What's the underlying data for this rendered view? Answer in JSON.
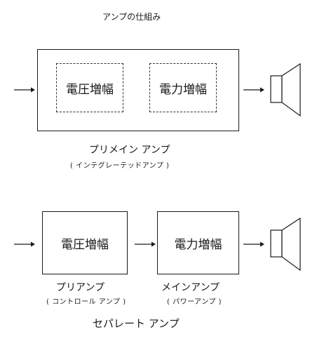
{
  "title": "アンプの仕組み",
  "top": {
    "box1_label": "電圧増幅",
    "box2_label": "電力増幅",
    "caption": "プリメイン アンプ",
    "subcaption": "( インテグレーテッドアンプ )"
  },
  "bottom": {
    "box1_label": "電圧増幅",
    "box2_label": "電力増幅",
    "box1_caption": "プリアンプ",
    "box1_subcaption": "( コントロール アンプ )",
    "box2_caption": "メインアンプ",
    "box2_subcaption": "( パワーアンプ )",
    "caption": "セパレート アンプ"
  },
  "icons": {
    "speaker": "speaker-icon",
    "arrow": "arrow-right-icon"
  }
}
